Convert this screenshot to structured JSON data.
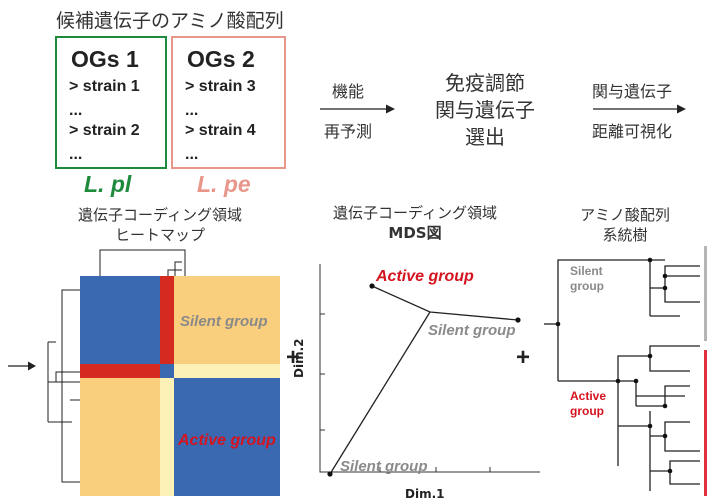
{
  "header": {
    "title": "候補遺伝子のアミノ酸配列"
  },
  "og_boxes": [
    {
      "title": "OGs 1",
      "lines": [
        "> strain 1",
        "...",
        "> strain 2",
        "..."
      ],
      "color": "#1e8a3c",
      "species": "L. pl"
    },
    {
      "title": "OGs 2",
      "lines": [
        "> strain 3",
        "...",
        "> strain 4",
        "..."
      ],
      "color": "#e8968a",
      "species": "L. pe"
    }
  ],
  "pipeline": {
    "step1": {
      "top": "機能",
      "bottom": "再予測"
    },
    "step2": {
      "line1": "免疫調節",
      "line2": "関与遺伝子",
      "line3": "選出"
    },
    "step3": {
      "top": "関与遺伝子",
      "bottom": "距離可視化"
    }
  },
  "heatmap": {
    "title_line1": "遺伝子コーディング領域",
    "title_line2": "ヒートマップ",
    "silent_label": "Silent group",
    "active_label": "Active group",
    "colors": {
      "blue": "#3a68b1",
      "orange": "#f9cf7e",
      "red": "#d42a1f",
      "cream": "#fdf1b8"
    }
  },
  "mds": {
    "title_line1": "遺伝子コーディング領域",
    "title_line2": "MDS図",
    "xlabel": "Dim.1",
    "ylabel": "Dim.2",
    "active_label": "Active group",
    "silent_label_1": "Silent group",
    "silent_label_2": "Silent group"
  },
  "tree": {
    "title_line1": "アミノ酸配列",
    "title_line2": "系統樹",
    "silent_line1": "Silent",
    "silent_line2": "group",
    "active_line1": "Active",
    "active_line2": "group"
  },
  "symbols": {
    "plus": "+"
  },
  "colors": {
    "active": "#d4141f",
    "silent": "#8a8a8a",
    "silent_bar": "#b5b5b5",
    "active_bar": "#e0303a"
  }
}
